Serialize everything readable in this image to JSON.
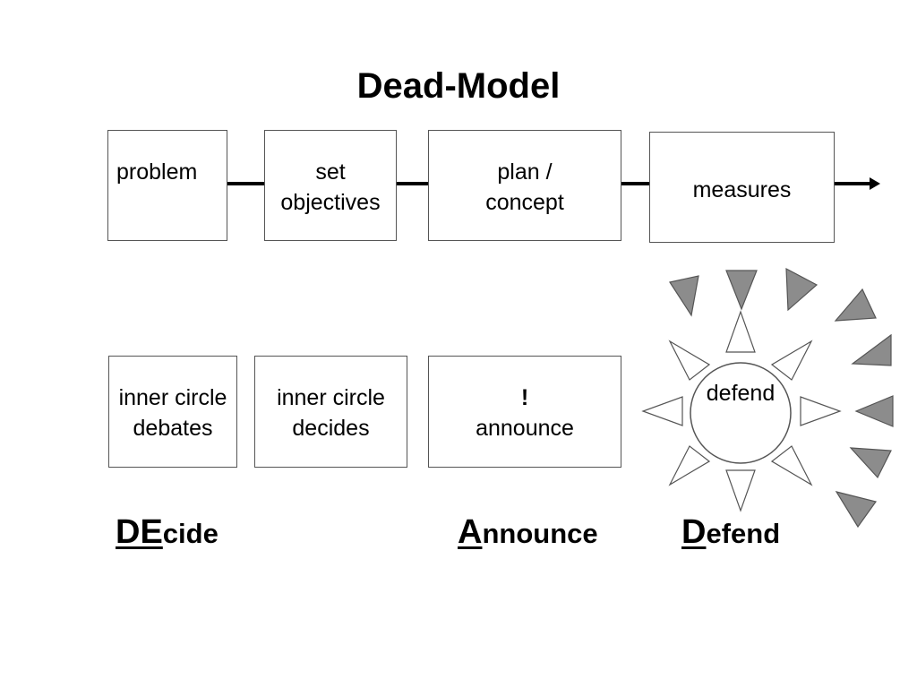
{
  "title": "Dead-Model",
  "top_row": {
    "boxes": [
      {
        "lines": [
          "problem"
        ]
      },
      {
        "lines": [
          "set",
          "objectives"
        ]
      },
      {
        "lines": [
          "plan /",
          "concept"
        ]
      },
      {
        "lines": [
          "measures"
        ]
      }
    ]
  },
  "bottom_row": {
    "boxes": [
      {
        "lines": [
          "inner circle",
          "debates"
        ]
      },
      {
        "lines": [
          "inner circle",
          "decides"
        ]
      },
      {
        "lines": [
          "!",
          "announce"
        ]
      }
    ],
    "circle_label": "defend"
  },
  "phases": [
    {
      "initial": "DE",
      "rest": "cide"
    },
    {
      "initial": "A",
      "rest": "nnounce"
    },
    {
      "initial": "D",
      "rest": "efend"
    }
  ],
  "colors": {
    "outer_triangles": "#8c8c8c",
    "inner_triangles": "#ffffff",
    "border": "#555555"
  }
}
